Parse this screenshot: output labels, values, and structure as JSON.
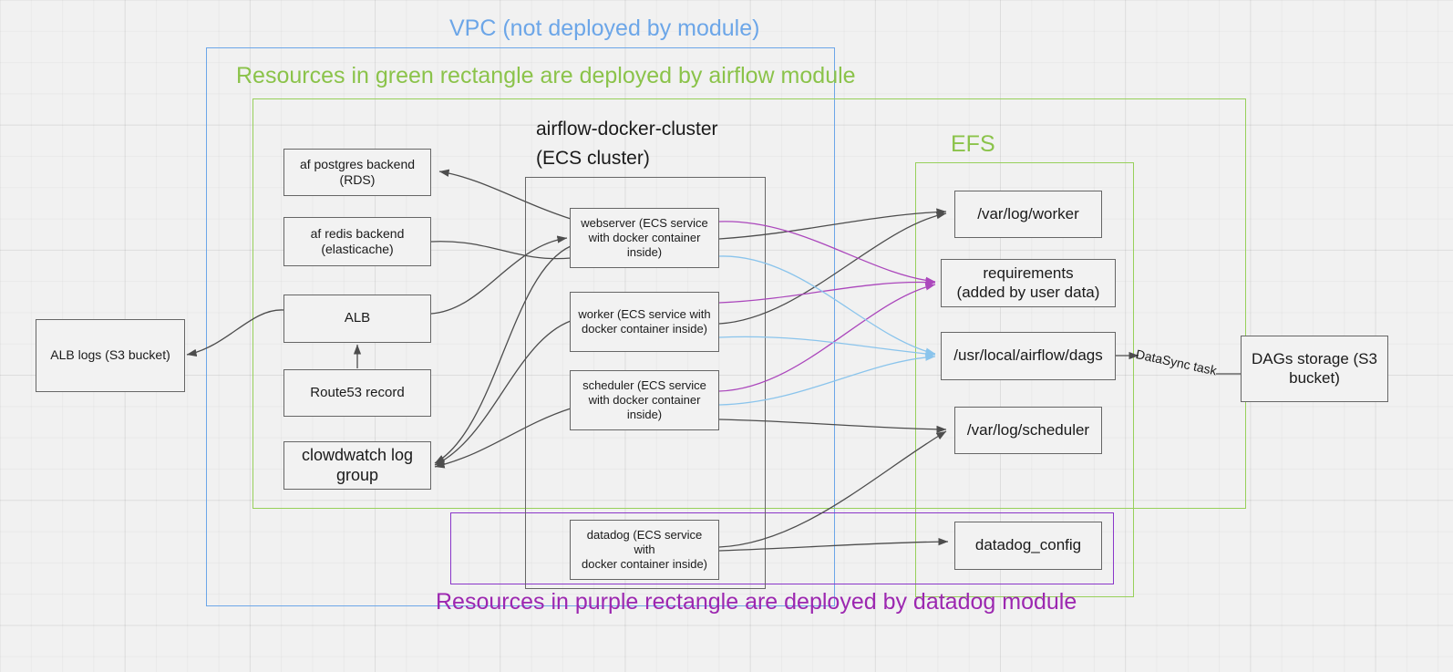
{
  "diagram": {
    "title_vpc": "VPC (not deployed by module)",
    "title_airflow": "Resources in green rectangle are deployed by airflow module",
    "title_datadog": "Resources in purple rectangle are deployed by datadog module",
    "label_efs": "EFS",
    "label_cluster_line1": "airflow-docker-cluster",
    "label_cluster_line2": "(ECS cluster)",
    "label_datasync": "DataSync task"
  },
  "colors": {
    "vpc_blue": "#6ca6e8",
    "airflow_green": "#97d05a",
    "datadog_purple": "#8a36c9",
    "node_border": "#666666",
    "node_fill": "#f2f2f2",
    "edge_dark": "#4d4d4d",
    "edge_purple": "#ab47bc",
    "edge_lightblue": "#8ac4ec",
    "background": "#f1f1f1"
  },
  "nodes": {
    "alb_logs": "ALB logs (S3 bucket)",
    "postgres": "af postgres backend (RDS)",
    "redis_l1": "af redis backend",
    "redis_l2": "(elasticache)",
    "alb": "ALB",
    "route53": "Route53 record",
    "cloudwatch_l1": "clowdwatch log",
    "cloudwatch_l2": "group",
    "webserver_l1": "webserver (ECS service",
    "webserver_l2": "with docker container",
    "webserver_l3": "inside)",
    "worker_l1": "worker (ECS service with",
    "worker_l2": "docker container inside)",
    "scheduler_l1": "scheduler (ECS service",
    "scheduler_l2": "with docker container",
    "scheduler_l3": "inside)",
    "datadog_l1": "datadog (ECS service with",
    "datadog_l2": "docker container inside)",
    "var_log_worker": "/var/log/worker",
    "requirements_l1": "requirements",
    "requirements_l2": "(added by user data)",
    "dags_path": "/usr/local/airflow/dags",
    "var_log_scheduler": "/var/log/scheduler",
    "datadog_config": "datadog_config",
    "dags_storage_l1": "DAGs storage (S3",
    "dags_storage_l2": "bucket)"
  }
}
